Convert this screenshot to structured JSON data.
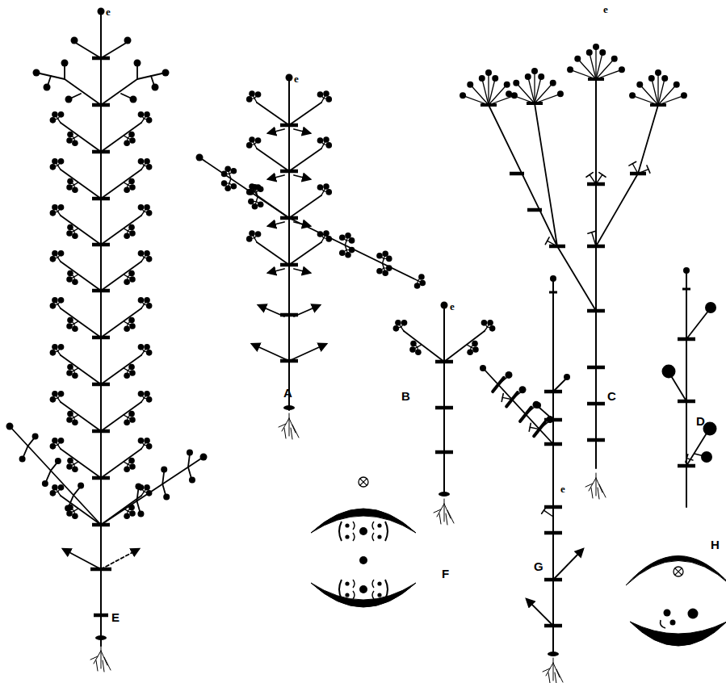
{
  "diagram": {
    "labels": [
      "e",
      "e",
      "e",
      "A",
      "e",
      "B",
      "C",
      "D",
      "E",
      "F",
      "G",
      "e",
      "H"
    ]
  }
}
